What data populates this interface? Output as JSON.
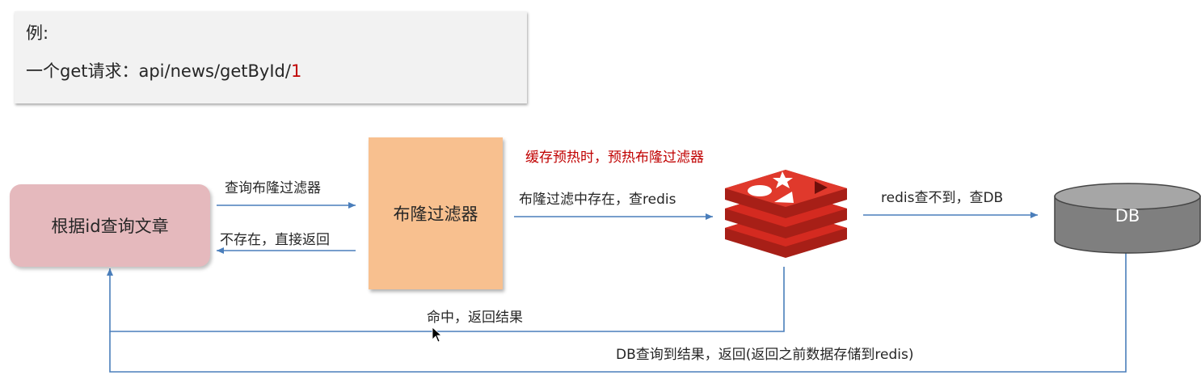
{
  "note": {
    "line1": "例:",
    "line2_prefix": "一个get请求：api/news/getById/",
    "line2_highlight": "1"
  },
  "nodes": {
    "search_article": "根据id查询文章",
    "bloom_filter": "布隆过滤器",
    "redis_icon": "redis-logo-icon",
    "db": "DB"
  },
  "edges": {
    "query_bloom": "查询布隆过滤器",
    "not_exist_return": "不存在，直接返回",
    "exists_query_redis": "布隆过滤中存在，查redis",
    "redis_miss_query_db": "redis查不到，查DB",
    "hit_return": "命中，返回结果",
    "db_result_return": "DB查询到结果，返回(返回之前数据存储到redis)"
  },
  "annotations": {
    "cache_warmup": "缓存预热时，预热布隆过滤器"
  },
  "colors": {
    "arrow": "#4a7ebb",
    "highlight": "#c00000",
    "search_box": "#e5b9bd",
    "bloom_box": "#f8c08f",
    "redis": "#d42a20",
    "db": "#7f7f7f"
  }
}
